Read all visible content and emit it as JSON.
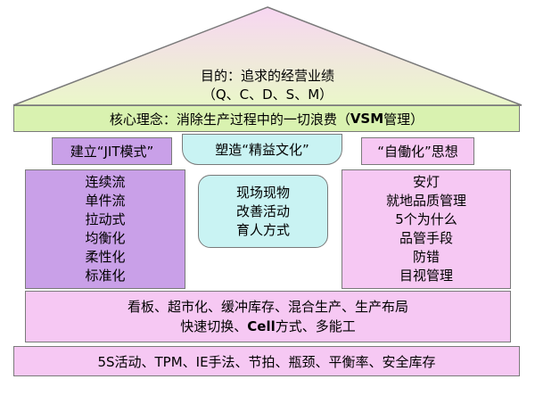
{
  "roof": {
    "line1": "目的：追求的经营业绩",
    "line2": "（Q、C、D、S、M）"
  },
  "core_concept": {
    "prefix": "核心理念：消除生产过程中的一切浪费（",
    "vsm": "VSM",
    "suffix": "管理）"
  },
  "left_pillar": {
    "title": "建立“JIT模式”",
    "items": [
      "连续流",
      "单件流",
      "拉动式",
      "均衡化",
      "柔性化",
      "标准化"
    ]
  },
  "center": {
    "title": "塑造“精益文化”",
    "items": [
      "现场现物",
      "改善活动",
      "育人方式"
    ]
  },
  "right_pillar": {
    "title": "“自働化”思想",
    "items": [
      "安灯",
      "就地品质管理",
      "5个为什么",
      "品管手段",
      "防错",
      "目视管理"
    ]
  },
  "base_upper": {
    "line1": "看板、超市化、缓冲库存、混合生产、生产布局",
    "line2_prefix": "快速切换、",
    "line2_cell": "Cell",
    "line2_suffix": "方式、多能工"
  },
  "foundation": {
    "text": "5S活动、TPM、IE手法、节拍、瓶颈、平衡率、安全库存"
  },
  "colors": {
    "roof_top": "#f7d6f2",
    "roof_bottom": "#e7f7c6",
    "core_bar": "#d9f2b0",
    "left_pillar": "#c9a0e8",
    "right_pillar": "#f6c8f3",
    "center_tag": "#c9f3f3",
    "center_box": "#c9f3f3",
    "base": "#f6c8f3",
    "roof_stroke": "#7a7a7a"
  }
}
